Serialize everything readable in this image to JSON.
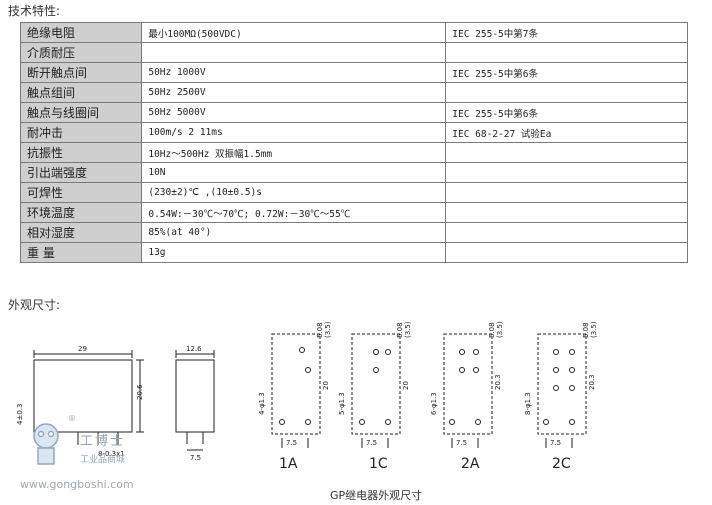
{
  "spec_heading": "技术特性:",
  "dims_heading": "外观尺寸:",
  "spec_rows": [
    {
      "name": "绝缘电阻",
      "value": "最小100MΩ(500VDC)",
      "standard": "IEC 255-5中第7条"
    },
    {
      "name": "介质耐压",
      "value": "",
      "standard": ""
    },
    {
      "name": "断开触点间",
      "value": "50Hz     1000V",
      "standard": "IEC 255-5中第6条"
    },
    {
      "name": "触点组间",
      "value": "50Hz     2500V",
      "standard": ""
    },
    {
      "name": "触点与线圈间",
      "value": "50Hz     5000V",
      "standard": "IEC 255-5中第6条"
    },
    {
      "name": "耐冲击",
      "value": "100m/s 2       11ms",
      "standard": "IEC 68-2-27 试验Ea"
    },
    {
      "name": "抗振性",
      "value": "10Hz～500Hz      双振幅1.5mm",
      "standard": ""
    },
    {
      "name": "引出端强度",
      "value": "10N",
      "standard": ""
    },
    {
      "name": "可焊性",
      "value": "(230±2)℃ ,(10±0.5)s",
      "standard": ""
    },
    {
      "name": "环境温度",
      "value": "0.54W:－30℃～70℃; 0.72W:－30℃～55℃",
      "standard": ""
    },
    {
      "name": "相对湿度",
      "value": "85%(at 40°)",
      "standard": ""
    },
    {
      "name": "重    量",
      "value": "13g",
      "standard": ""
    }
  ],
  "drawing": {
    "front_view": {
      "width": "29",
      "height": "20.6",
      "pin_pitch": "4±0.3",
      "pin_size": "8-0.3x1"
    },
    "side_view": {
      "width": "12.6",
      "pitch": "7.5"
    },
    "variants": [
      {
        "label": "1A",
        "top_dim": "5.08",
        "top_dim_alt": "(3.5)",
        "hole": "4-φ1.3",
        "height": "20",
        "pitch": "7.5"
      },
      {
        "label": "1C",
        "top_dim": "5.08",
        "top_dim_alt": "(3.5)",
        "hole": "5-φ1.3",
        "height": "20",
        "pitch": "7.5"
      },
      {
        "label": "2A",
        "top_dim": "5.08",
        "top_dim_alt": "(3.5)",
        "hole": "6-φ1.3",
        "height": "20.3",
        "pitch": "7.5"
      },
      {
        "label": "2C",
        "top_dim": "5.08",
        "top_dim_alt": "(3.5)",
        "hole": "8-φ1.3",
        "height": "20.3",
        "pitch": "7.5"
      }
    ],
    "caption": "GP继电器外观尺寸"
  },
  "watermark": {
    "brand": "工博士",
    "sub": "工业品商城",
    "url": "www.gongboshi.com",
    "reg": "®"
  }
}
